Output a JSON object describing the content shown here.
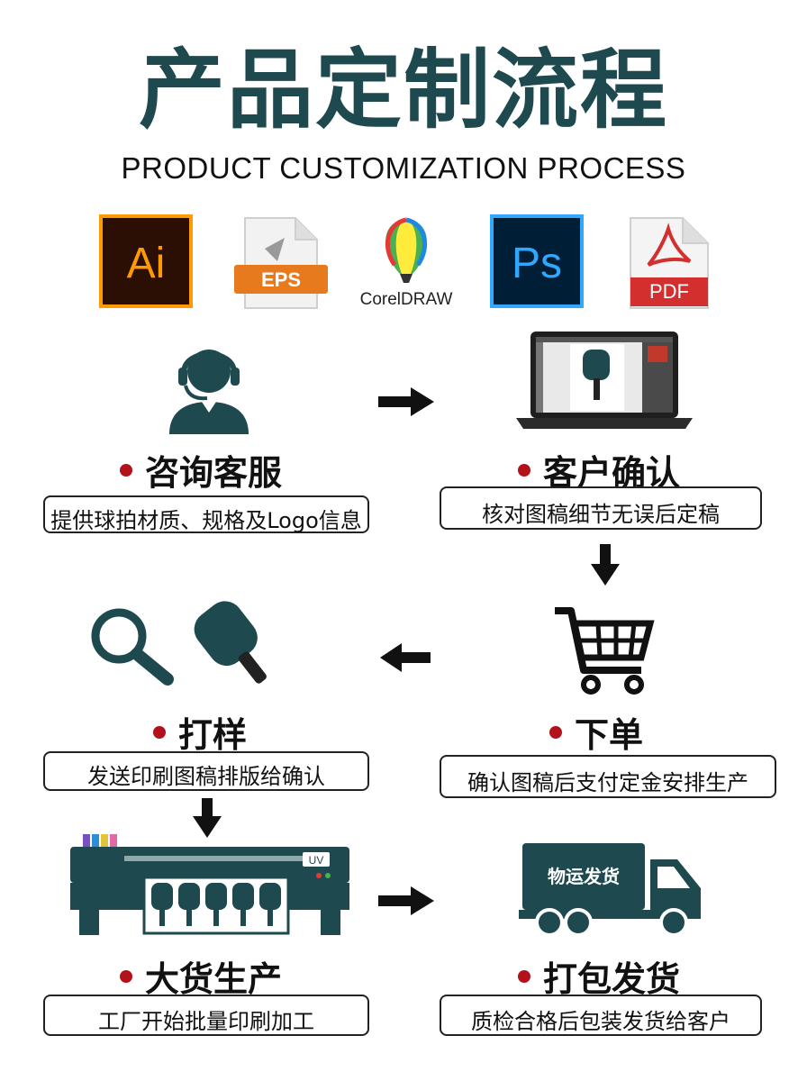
{
  "header": {
    "title": "产品定制流程",
    "subtitle": "PRODUCT CUSTOMIZATION PROCESS"
  },
  "formats": {
    "ai": "Ai",
    "eps": "EPS",
    "corel": "CorelDRAW",
    "ps": "Ps",
    "pdf": "PDF"
  },
  "steps": {
    "consult": {
      "title": "咨询客服",
      "desc": "提供球拍材质、规格及Logo信息"
    },
    "confirm": {
      "title": "客户确认",
      "desc": "核对图稿细节无误后定稿"
    },
    "order": {
      "title": "下单",
      "desc": "确认图稿后支付定金安排生产"
    },
    "sample": {
      "title": "打样",
      "desc": "发送印刷图稿排版给确认"
    },
    "production": {
      "title": "大货生产",
      "desc": "工厂开始批量印刷加工"
    },
    "ship": {
      "title": "打包发货",
      "desc": "质检合格后包装发货给客户"
    }
  },
  "illustrations": {
    "printer_label": "UV",
    "truck_label": "物运发货"
  },
  "colors": {
    "title": "#1e4a4f",
    "icon": "#1e4a4f",
    "bullet": "#b3121b",
    "ai_bg": "#2b0f04",
    "ai_accent": "#ff9a00",
    "ps_bg": "#001e36",
    "ps_accent": "#31a8ff",
    "eps_orange": "#e87a1e",
    "pdf_red": "#d32f2f"
  }
}
